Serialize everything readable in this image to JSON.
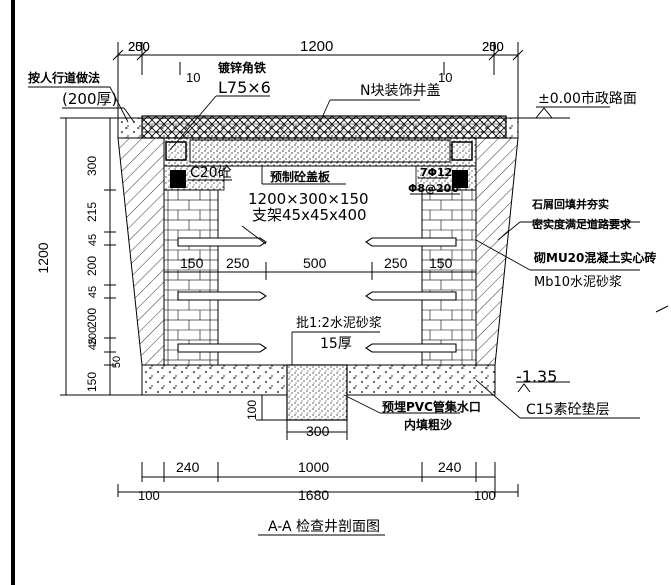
{
  "title": "A-A 检查井剖面图",
  "top_dims": [
    "250",
    "1200",
    "250",
    "200",
    "200",
    "10",
    "10"
  ],
  "bottom_dims_row1": [
    "240",
    "1000",
    "240"
  ],
  "bottom_dims_row2": [
    "100",
    "1680",
    "100"
  ],
  "left_dims": [
    "300",
    "215",
    "45",
    "200",
    "45",
    "200",
    "45",
    "200",
    "50",
    "150",
    "1200"
  ],
  "mid_dims": [
    "150",
    "250",
    "500",
    "250",
    "150"
  ],
  "outlet_dims": [
    "100",
    "300"
  ],
  "labels": {
    "sidewalk": "按人行道做法",
    "sidewalk_thickness": "(200厚)",
    "angle_steel_name": "镀锌角铁",
    "angle_steel_size": "L75×6",
    "cover": "N块装饰井盖",
    "road_level": "±0.00市政路面",
    "concrete_grade": "C20砼",
    "slab_name": "预制砼盖板",
    "slab_size": "1200×300×150",
    "rebar_1": "7Φ12",
    "rebar_2": "Φ8@200",
    "bracket": "支架45x45x400",
    "backfill_1": "石屑回填并夯实",
    "backfill_2": "密实度满足道路要求",
    "brick_1": "砌MU20混凝土实心砖",
    "brick_2": "Mb10水泥砂浆",
    "plaster_1": "批1:2水泥砂浆",
    "plaster_2": "15厚",
    "bottom_level": "-1.35",
    "pvc_1": "预埋PVC管集水口",
    "pvc_2": "内填粗沙",
    "cushion": "C15素砼垫层"
  }
}
